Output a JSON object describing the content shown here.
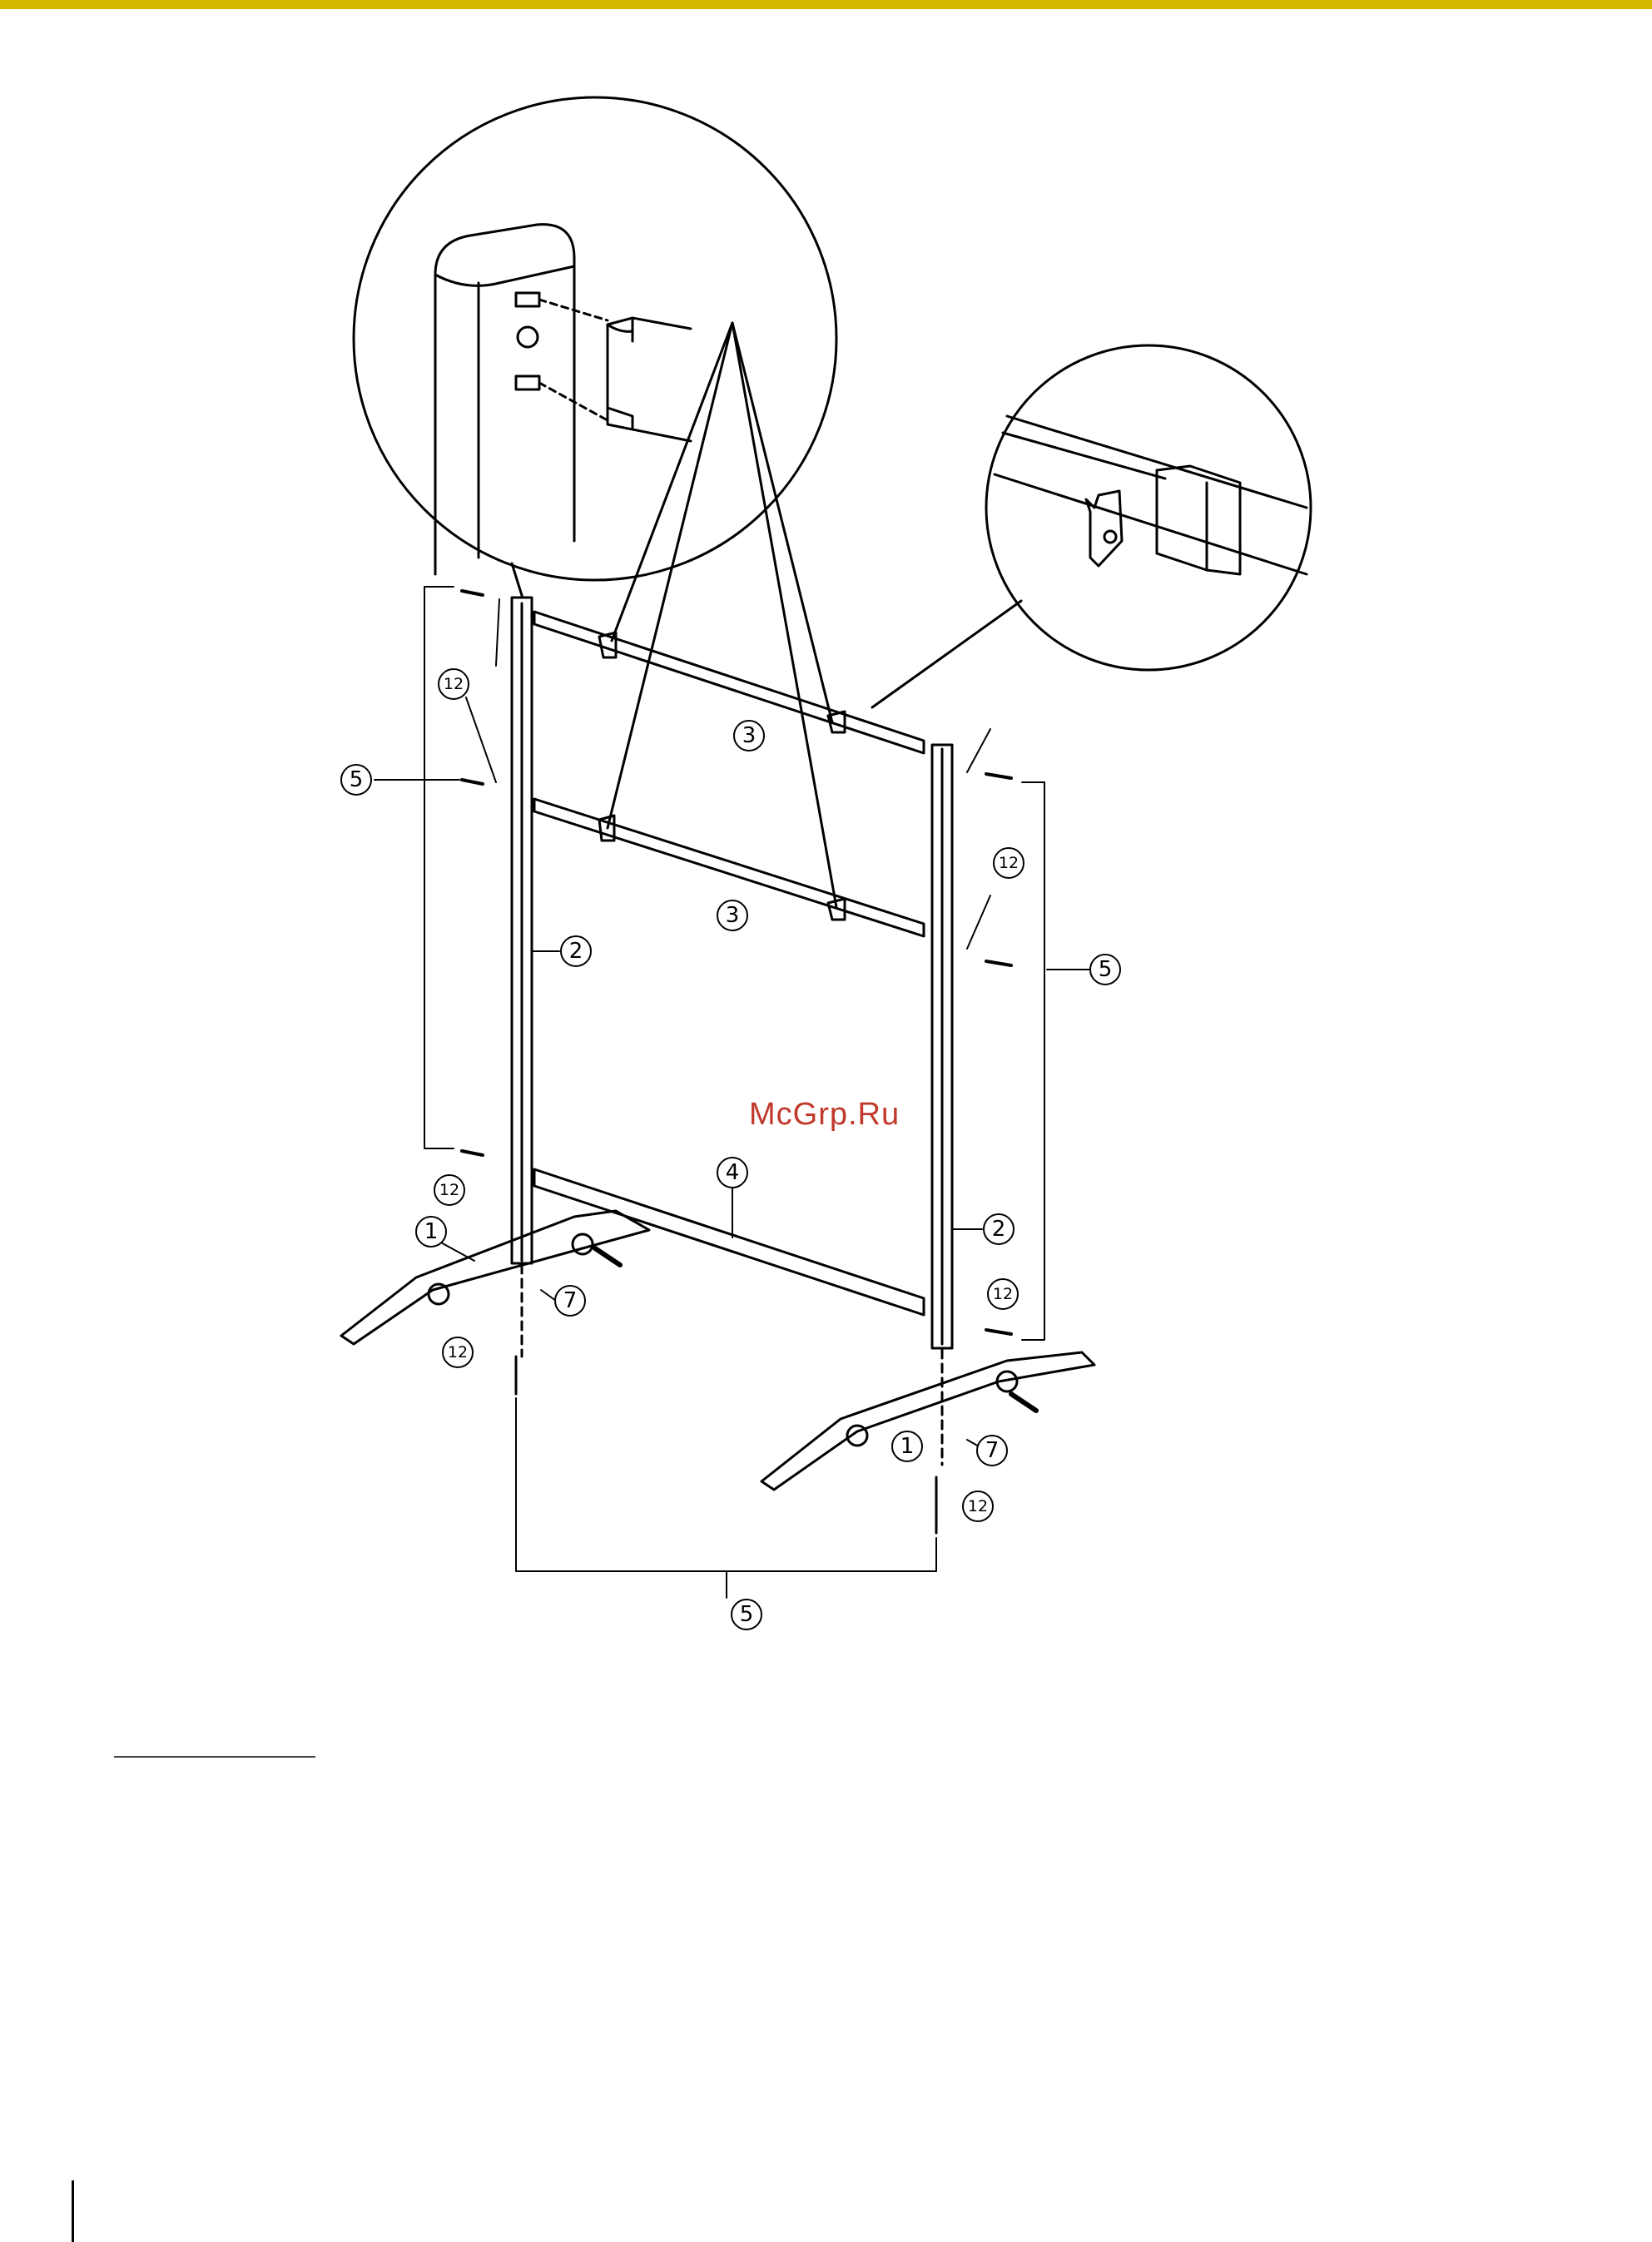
{
  "colors": {
    "top_bar": "#d4b800",
    "watermark": "#c0392b",
    "line": "#000000"
  },
  "watermark": "McGrp.Ru",
  "callouts": {
    "base_foot": "1",
    "upright_post": "2",
    "crossbar": "3",
    "bottom_bar": "4",
    "screw": "5",
    "plate": "7",
    "washer": "12"
  }
}
